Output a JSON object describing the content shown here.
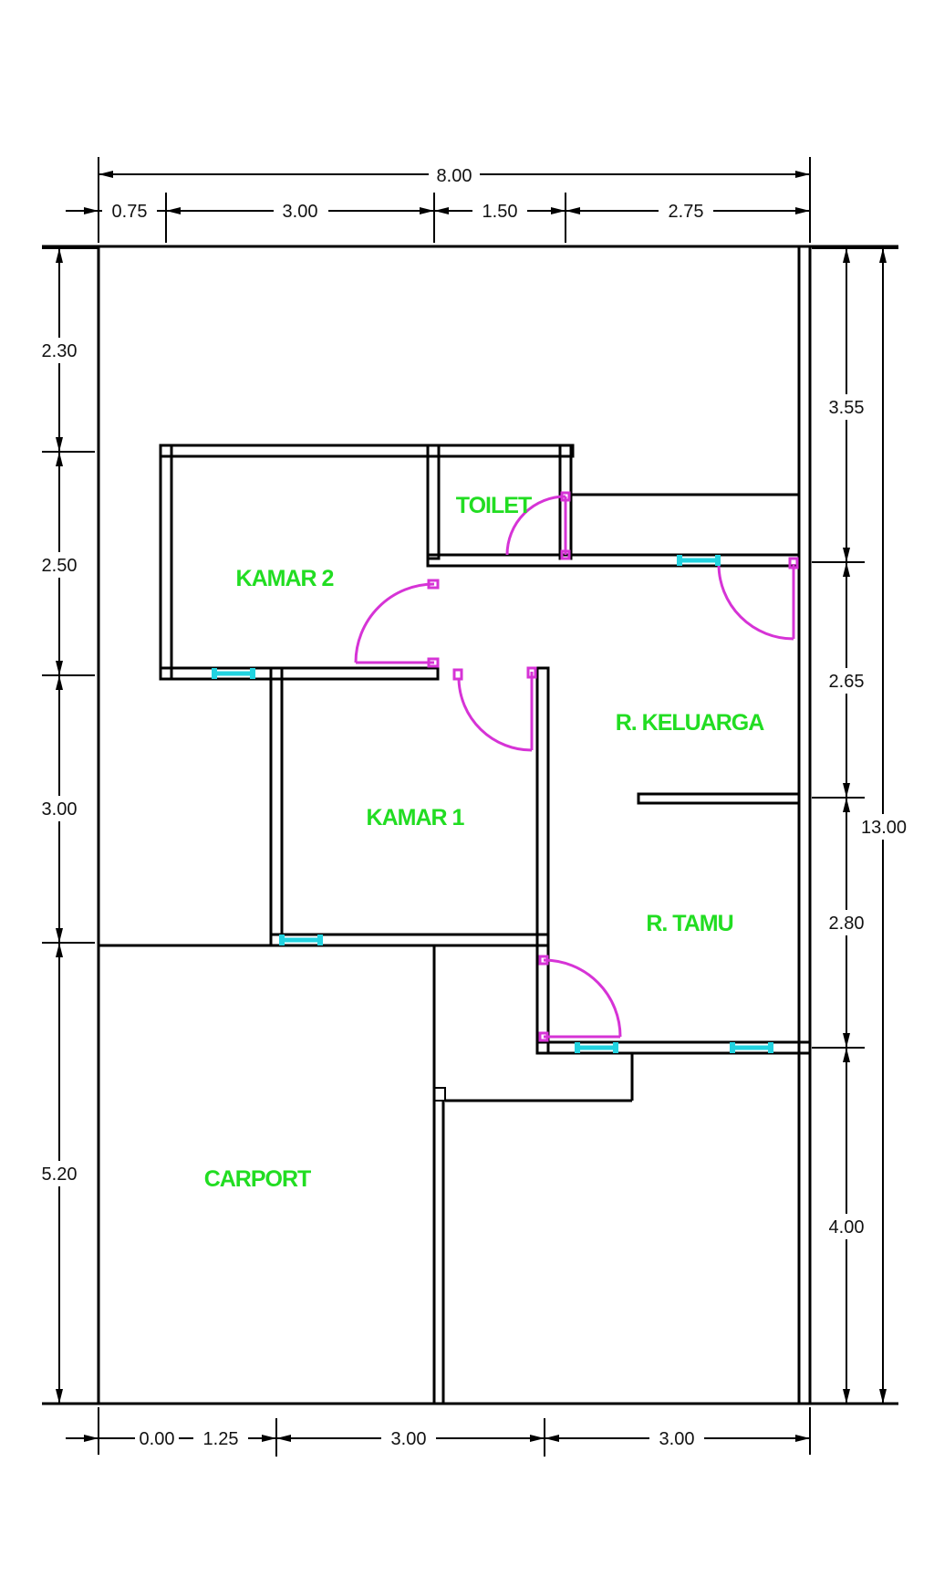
{
  "colors": {
    "walls": "#000000",
    "room_labels": "#22dd22",
    "doors": "#d633d6",
    "windows": "#22d3e0",
    "background": "#ffffff"
  },
  "rooms": {
    "kamar2": "KAMAR 2",
    "toilet": "TOILET",
    "keluarga": "R. KELUARGA",
    "kamar1": "KAMAR 1",
    "tamu": "R. TAMU",
    "carport": "CARPORT"
  },
  "dimensions": {
    "top_total": "8.00",
    "top_segments": [
      "0.75",
      "3.00",
      "1.50",
      "2.75"
    ],
    "left_segments": [
      "2.30",
      "2.50",
      "3.00",
      "5.20"
    ],
    "right_segments": [
      "3.55",
      "2.65",
      "2.80",
      "4.00"
    ],
    "right_total": "13.00",
    "bottom_segments": [
      "0.00",
      "1.25",
      "3.00",
      "3.00"
    ]
  }
}
